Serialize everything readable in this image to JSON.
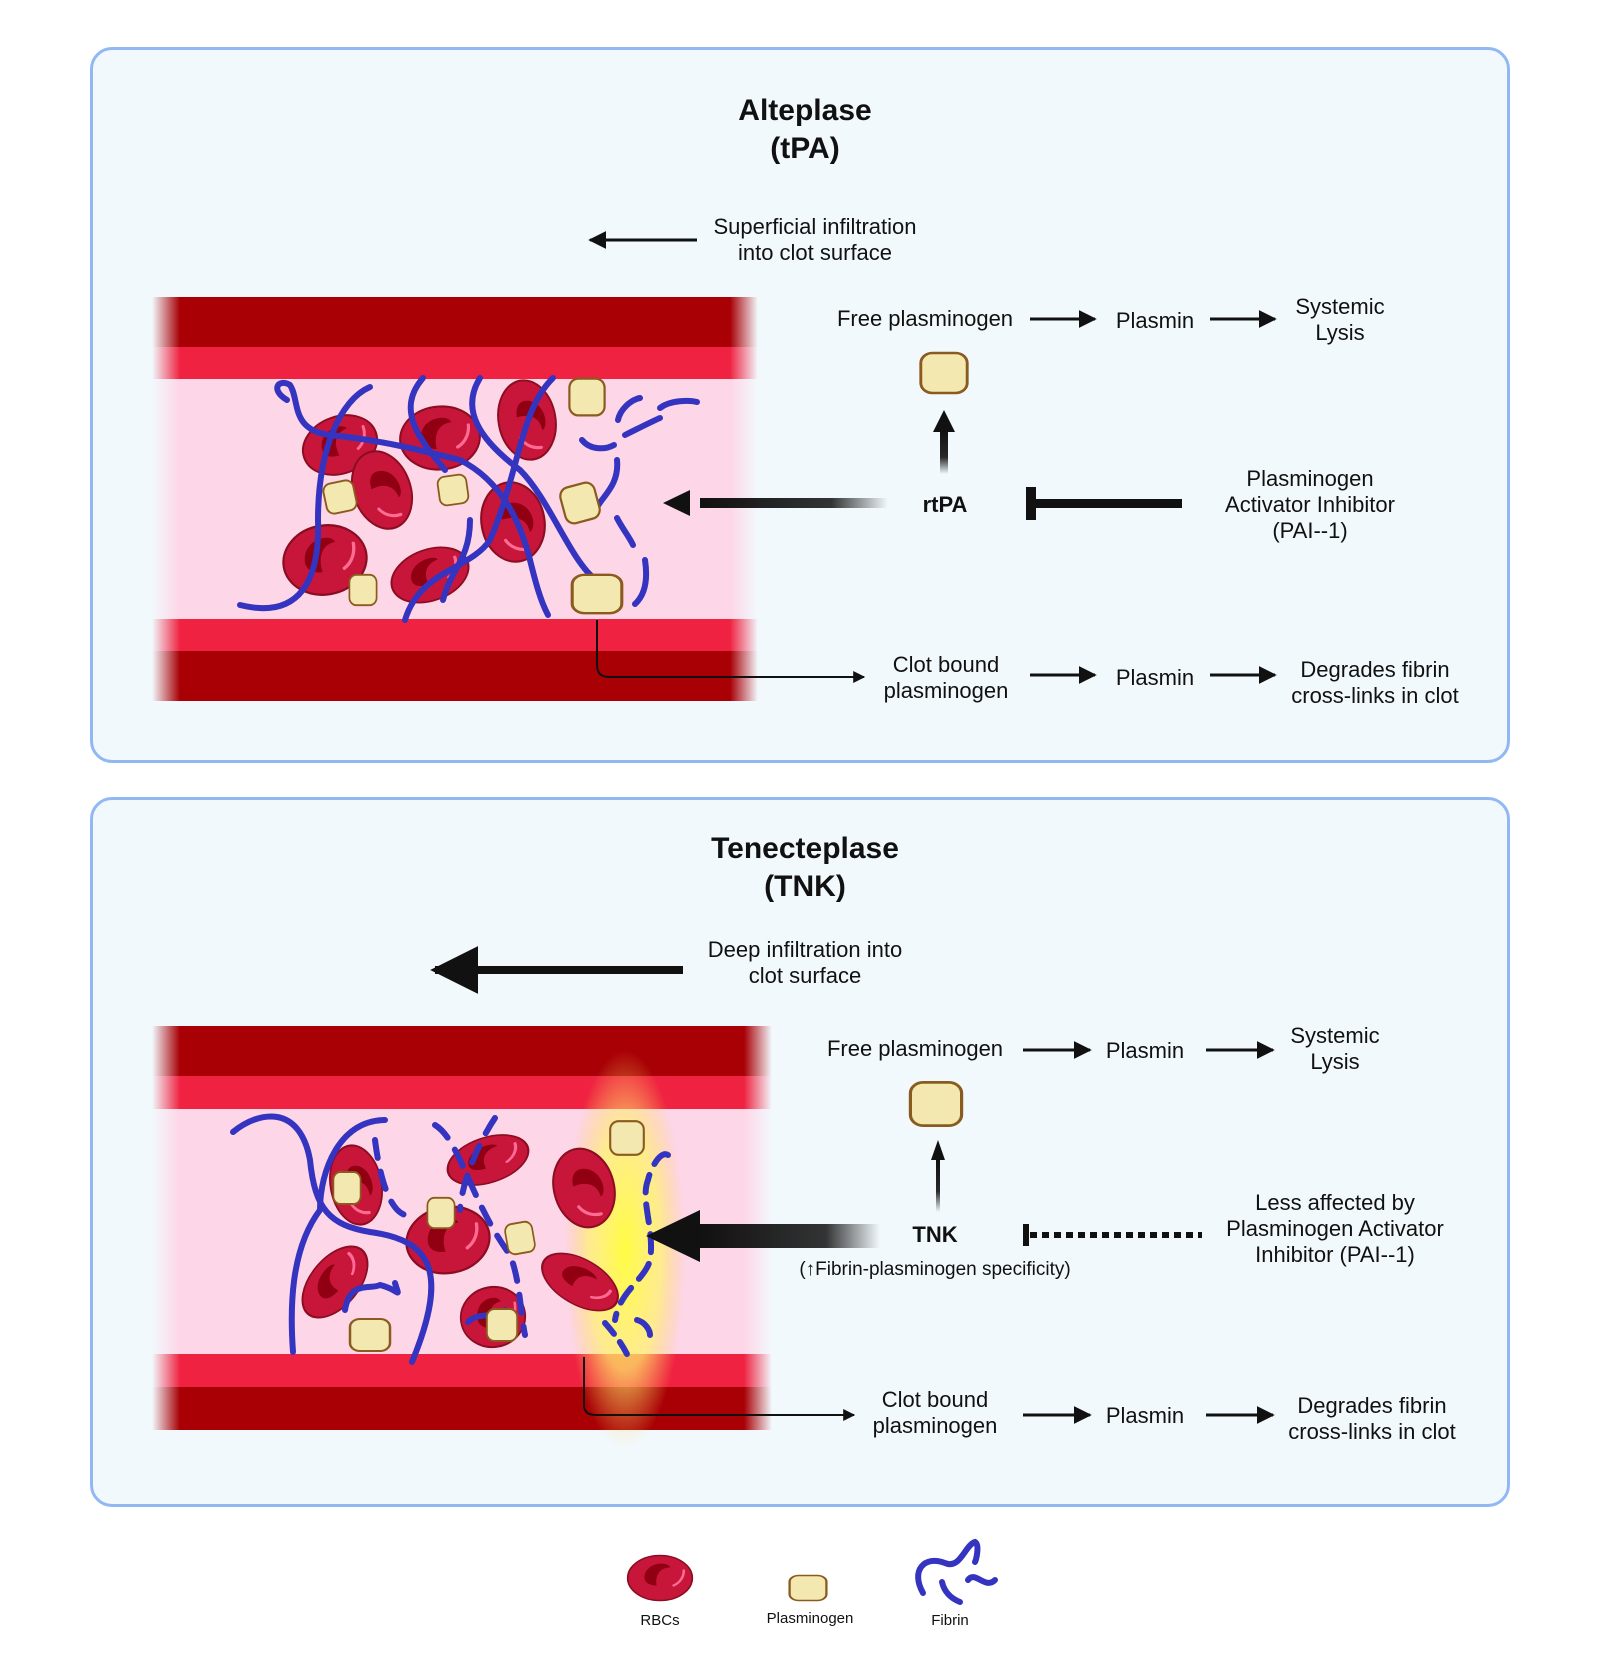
{
  "panels": [
    {
      "title_line1": "Alteplase",
      "title_line2": "(tPA)",
      "infiltration_line1": "Superficial infiltration",
      "infiltration_line2": "into clot surface",
      "free_plasminogen": "Free plasminogen",
      "plasmin_top": "Plasmin",
      "systemic_line1": "Systemic",
      "systemic_line2": "Lysis",
      "agent": "rtPA",
      "agent_note": "",
      "inhibitor_line1": "Plasminogen",
      "inhibitor_line2": "Activator Inhibitor",
      "inhibitor_line3": "(PAI--1)",
      "clot_bound_line1": "Clot bound",
      "clot_bound_line2": "plasminogen",
      "plasmin_bottom": "Plasmin",
      "degrades_line1": "Degrades fibrin",
      "degrades_line2": "cross-links in clot",
      "inhibition_style": "solid"
    },
    {
      "title_line1": "Tenecteplase",
      "title_line2": "(TNK)",
      "infiltration_line1": "Deep infiltration into",
      "infiltration_line2": "clot surface",
      "free_plasminogen": "Free plasminogen",
      "plasmin_top": "Plasmin",
      "systemic_line1": "Systemic",
      "systemic_line2": "Lysis",
      "agent": "TNK",
      "agent_note": "(↑Fibrin-plasminogen specificity)",
      "inhibitor_line1": "Less affected by",
      "inhibitor_line2": "Plasminogen Activator",
      "inhibitor_line3": "Inhibitor (PAI--1)",
      "clot_bound_line1": "Clot bound",
      "clot_bound_line2": "plasminogen",
      "plasmin_bottom": "Plasmin",
      "degrades_line1": "Degrades fibrin",
      "degrades_line2": "cross-links in clot",
      "inhibition_style": "dashed"
    }
  ],
  "legend": [
    {
      "icon": "rbc-icon",
      "label": "RBCs"
    },
    {
      "icon": "plasminogen-icon",
      "label": "Plasminogen"
    },
    {
      "icon": "fibrin-icon",
      "label": "Fibrin"
    }
  ],
  "colors": {
    "panel_bg": "#f2f9fd",
    "panel_border": "#91b8f5",
    "vessel_outer": "#a80005",
    "vessel_inner": "#ef2341",
    "lumen": "#fdd6e7",
    "rbc": "#c8163b",
    "rbc_dark": "#900012",
    "plasminogen_fill": "#f3e9b0",
    "plasminogen_stroke": "#8b5a1e",
    "fibrin": "#3434c0",
    "arrow": "#111111"
  }
}
